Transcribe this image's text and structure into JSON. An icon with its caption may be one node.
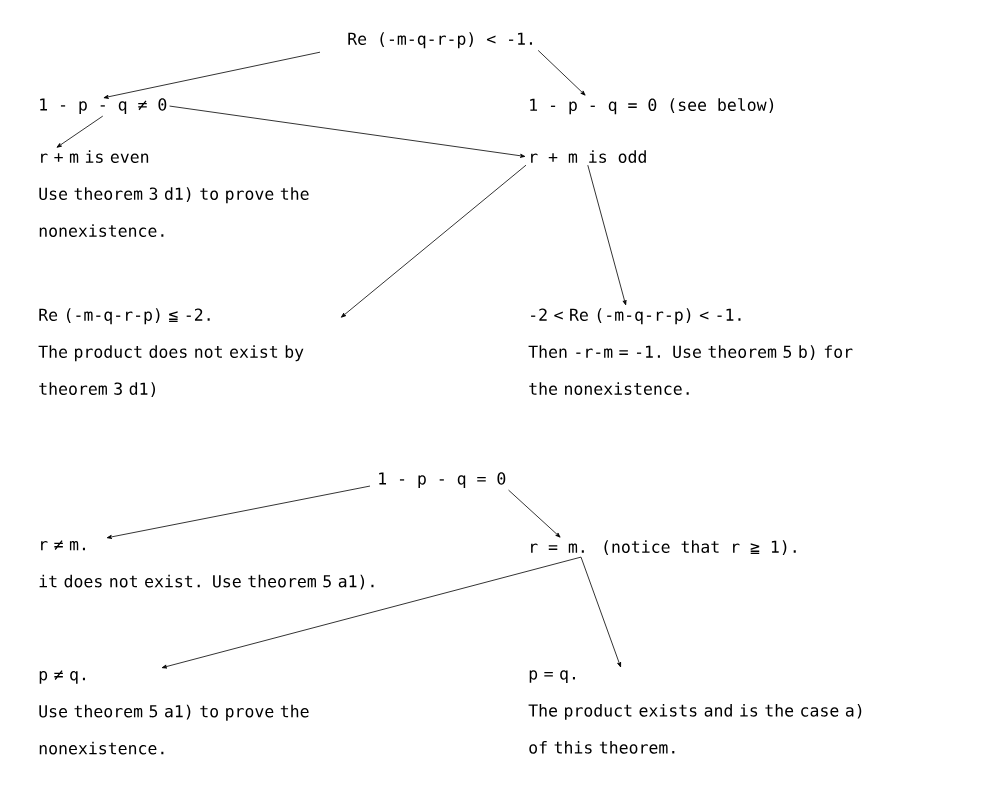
{
  "diagram": {
    "nodes": [
      {
        "text": [
          "Re (-m-q-r-p) < -1."
        ]
      },
      {
        "text": [
          "1 - p - q ≠ 0"
        ]
      },
      {
        "text": [
          "1 - p - q = 0 (see below)"
        ]
      },
      {
        "text": [
          "r + m is even",
          "Use theorem 3 d1) to prove the nonexistence."
        ]
      },
      {
        "text": [
          "r + m is odd"
        ]
      },
      {
        "text": [
          "Re (-m-q-r-p) ≦ -2.",
          "The product does not exist by theorem 3 d1)"
        ]
      },
      {
        "text": [
          "-2 < Re (-m-q-r-p) < -1.",
          "Then -r-m = -1. Use theorem 5 b) for the nonexistence."
        ]
      },
      {
        "text": [
          "1 - p - q = 0"
        ]
      },
      {
        "text": [
          "r ≠ m.",
          "it does not exist. Use theorem 5 a1)."
        ]
      },
      {
        "text": [
          "r = m. (notice that r ≧ 1)."
        ]
      },
      {
        "text": [
          "p ≠ q.",
          "Use theorem 5 a1) to prove the nonexistence."
        ]
      },
      {
        "text": [
          "p = q.",
          "The product exists and is the case a) of this theorem."
        ]
      }
    ],
    "edges": [
      {
        "from": 0,
        "to": 1,
        "arrow": "to"
      },
      {
        "from": 0,
        "to": 2,
        "arrow": "to"
      },
      {
        "from": 1,
        "to": 3,
        "arrow": "to"
      },
      {
        "from": 1,
        "to": 4,
        "arrow": "to"
      },
      {
        "from": 4,
        "to": 5,
        "arrow": "to"
      },
      {
        "from": 4,
        "to": 6,
        "arrow": "to"
      },
      {
        "from": 7,
        "to": 8,
        "arrow": "to"
      },
      {
        "from": 7,
        "to": 9,
        "arrow": "to"
      },
      {
        "from": 9,
        "to": 10,
        "arrow": "to"
      },
      {
        "from": 9,
        "to": 11,
        "arrow": "to"
      }
    ]
  }
}
